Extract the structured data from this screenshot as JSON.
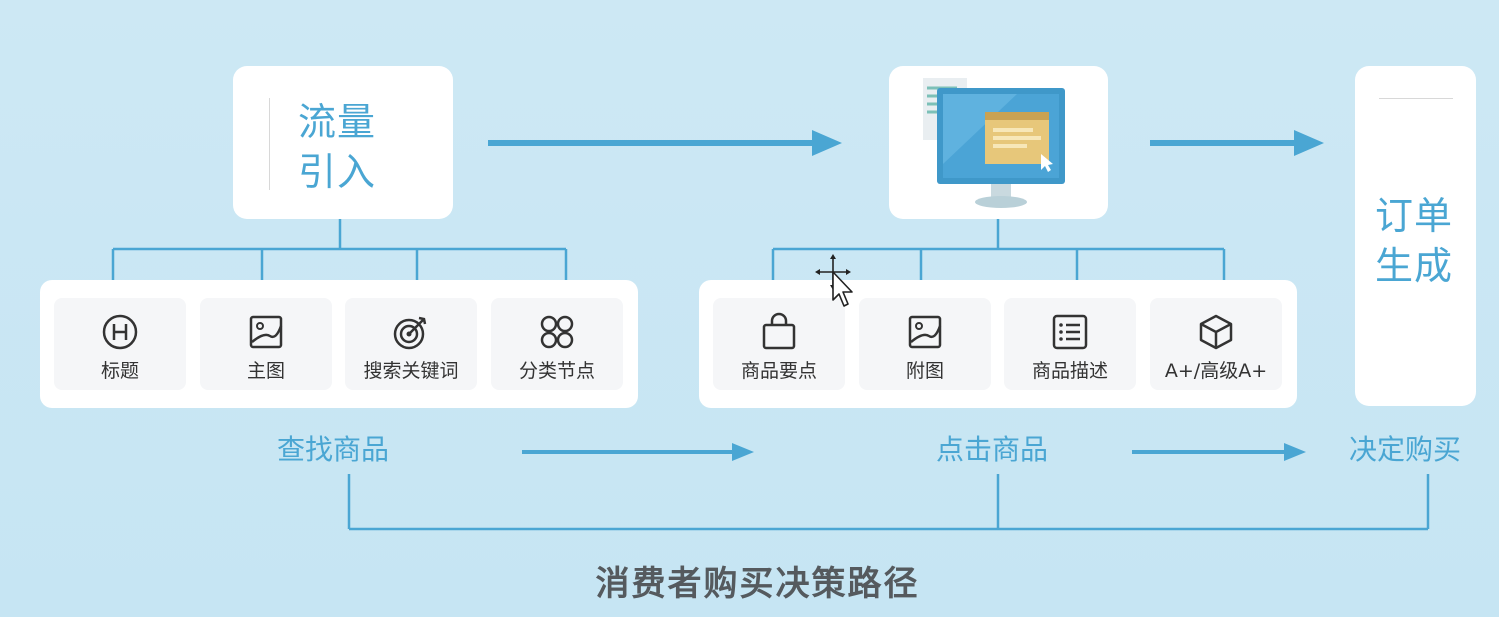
{
  "colors": {
    "background": "#c8e6f3",
    "accent": "#4aa6d3",
    "card": "#ffffff",
    "tile": "#f5f6f8",
    "label_text": "#333333",
    "bottom_title": "#555a5e"
  },
  "traffic": {
    "title_line1": "流量",
    "title_line2": "引入"
  },
  "order": {
    "title_line1": "订单",
    "title_line2": "生成"
  },
  "search_tiles": [
    {
      "label": "标题",
      "icon": "heading-icon"
    },
    {
      "label": "主图",
      "icon": "image-icon"
    },
    {
      "label": "搜索关键词",
      "icon": "target-icon"
    },
    {
      "label": "分类节点",
      "icon": "category-icon"
    }
  ],
  "click_tiles": [
    {
      "label": "商品要点",
      "icon": "shopping-bag-icon"
    },
    {
      "label": "附图",
      "icon": "image-icon"
    },
    {
      "label": "商品描述",
      "icon": "list-icon"
    },
    {
      "label": "A+/高级A+",
      "icon": "cube-icon"
    }
  ],
  "stages": {
    "find": "查找商品",
    "click": "点击商品",
    "decide": "决定购买"
  },
  "bottom_title": "消费者购买决策路径"
}
